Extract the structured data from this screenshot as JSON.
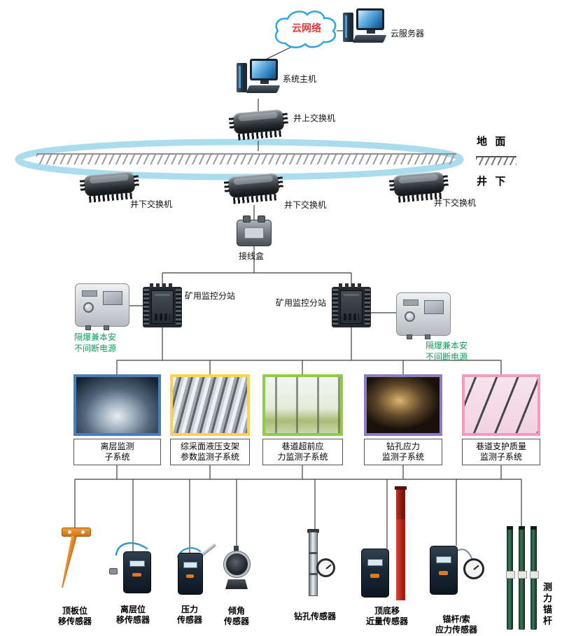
{
  "colors": {
    "ring": "#a9dcec",
    "cloud_stroke": "#2ea8dc",
    "cloud_text": "#e53935",
    "ups_text": "#0f9d58",
    "line": "#3f3f3f"
  },
  "top": {
    "cloud": "云网络",
    "cloud_server": "云服务器",
    "host": "系统主机",
    "surface_switch": "井上交换机"
  },
  "ground": {
    "surface": "地  面",
    "underground": "井  下"
  },
  "switches": {
    "left": "井下交换机",
    "middle": "井下交换机",
    "right": "井下交换机"
  },
  "junction": {
    "label": "接线盒"
  },
  "substations": {
    "left": "矿用监控分站",
    "right": "矿用监控分站"
  },
  "ups": {
    "left": [
      "隔爆兼本安",
      "不间断电源"
    ],
    "right": [
      "隔爆兼本安",
      "不间断电源"
    ]
  },
  "subsystems": [
    {
      "line1": "离层监测",
      "line2": "子系统",
      "border": "#4a7ebb"
    },
    {
      "line1": "综采面液压支架",
      "line2": "参数监测子系统",
      "border": "#ffd34d"
    },
    {
      "line1": "巷道超前应",
      "line2": "力监测子系统",
      "border": "#8fce44"
    },
    {
      "line1": "钻孔应力",
      "line2": "监测子系统",
      "border": "#8e7cc3"
    },
    {
      "line1": "巷道支护质量",
      "line2": "监测子系统",
      "border": "#f49ac1"
    }
  ],
  "sensors": [
    {
      "line1": "顶板位",
      "line2": "移传感器"
    },
    {
      "line1": "离层位",
      "line2": "移传感器"
    },
    {
      "line1": "压力",
      "line2": "传感器"
    },
    {
      "line1": "倾角",
      "line2": "传感器"
    },
    {
      "line1": "钻孔传感器",
      "line2": ""
    },
    {
      "line1": "顶底移",
      "line2": "近量传感器"
    },
    {
      "line1": "锚杆/索",
      "line2": "应力传感器"
    },
    {
      "line1": "测力锚杆",
      "line2": ""
    }
  ]
}
